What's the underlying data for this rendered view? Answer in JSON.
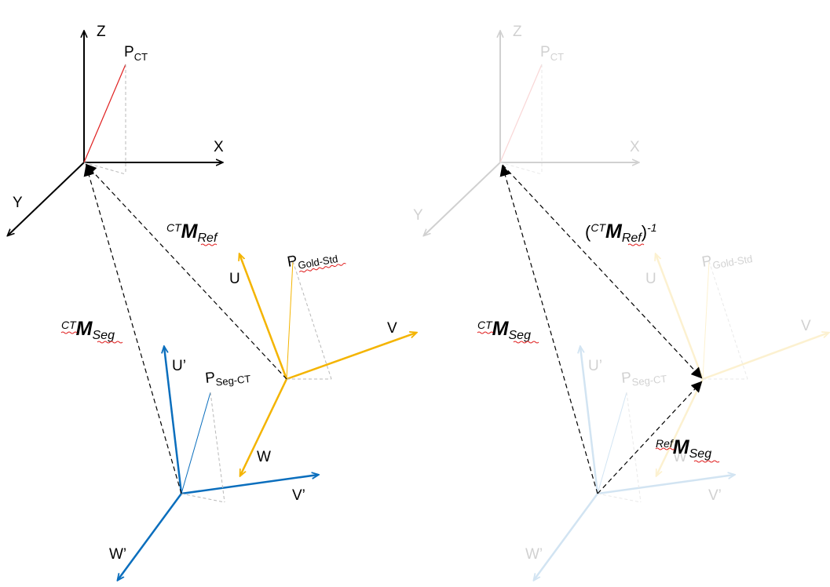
{
  "colors": {
    "black": "#000000",
    "red": "#e02020",
    "gold": "#f4b400",
    "blue": "#0a6ebd",
    "gray_dashed": "#b8b8b8"
  },
  "axes": {
    "ct": {
      "x": "X",
      "y": "Y",
      "z": "Z"
    },
    "ref": {
      "u": "U",
      "v": "V",
      "w": "W"
    },
    "seg": {
      "u": "U’",
      "v": "V’",
      "w": "W’"
    }
  },
  "points": {
    "ct": {
      "base": "P",
      "sub": "CT"
    },
    "gold": {
      "base": "P",
      "sub": "Gold-Std"
    },
    "seg": {
      "base": "P",
      "sub": "Seg-CT"
    }
  },
  "matrices": {
    "ct_ref": {
      "sup": "CT",
      "base": "M",
      "sub": "Ref"
    },
    "ct_seg": {
      "sup": "CT",
      "base": "M",
      "sub": "Seg"
    },
    "ref_seg": {
      "sup": "Ref",
      "base": "M",
      "sub": "Seg"
    },
    "ct_ref_inverse": {
      "open": "(",
      "sup": "CT",
      "base": "M",
      "sub": "Ref",
      "close": ")",
      "exp": "-1"
    }
  }
}
